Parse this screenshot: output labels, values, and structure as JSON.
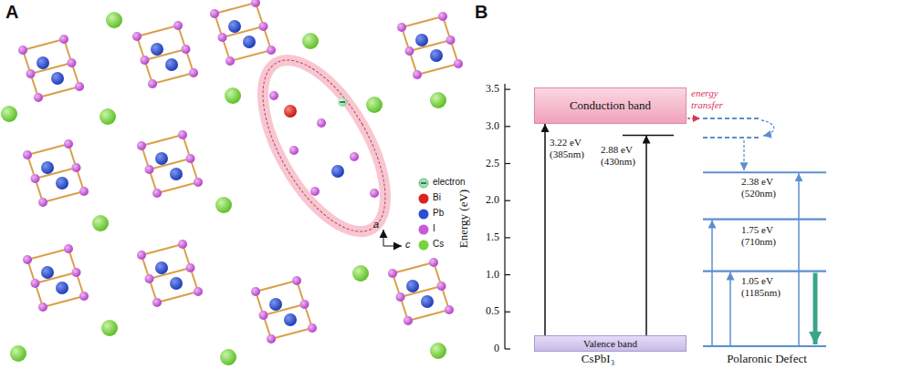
{
  "diagram": {
    "nodes": [
      {
        "text": [
          "Conduction band"
        ]
      },
      {
        "text": [
          "Valence band"
        ]
      }
    ],
    "edges": [
      {
        "from": 1,
        "to": 0,
        "arrow": "to",
        "label": "3.22 eV (385nm)"
      }
    ],
    "labels": [
      "A",
      "a",
      "c",
      "B",
      "3.5",
      "3.0",
      "2.5",
      "2.0",
      "1.5",
      "1.0",
      "0.5",
      "0",
      "Energy (eV)",
      "2.88 eV (430nm)",
      "energy transfer",
      "2.38 eV (520nm)",
      "1.75 eV (710nm)",
      "1.05 eV (1185nm)",
      "CsPbI₃",
      "Polaronic Defect"
    ],
    "legend": [
      {
        "text": "electron"
      },
      {
        "text": "Bi",
        "color": "#d9231d"
      },
      {
        "text": "Pb",
        "color": "#2b4ed1"
      },
      {
        "text": "I",
        "color": "#c65bd6"
      },
      {
        "text": "Cs",
        "color": "#74d43a"
      }
    ]
  }
}
